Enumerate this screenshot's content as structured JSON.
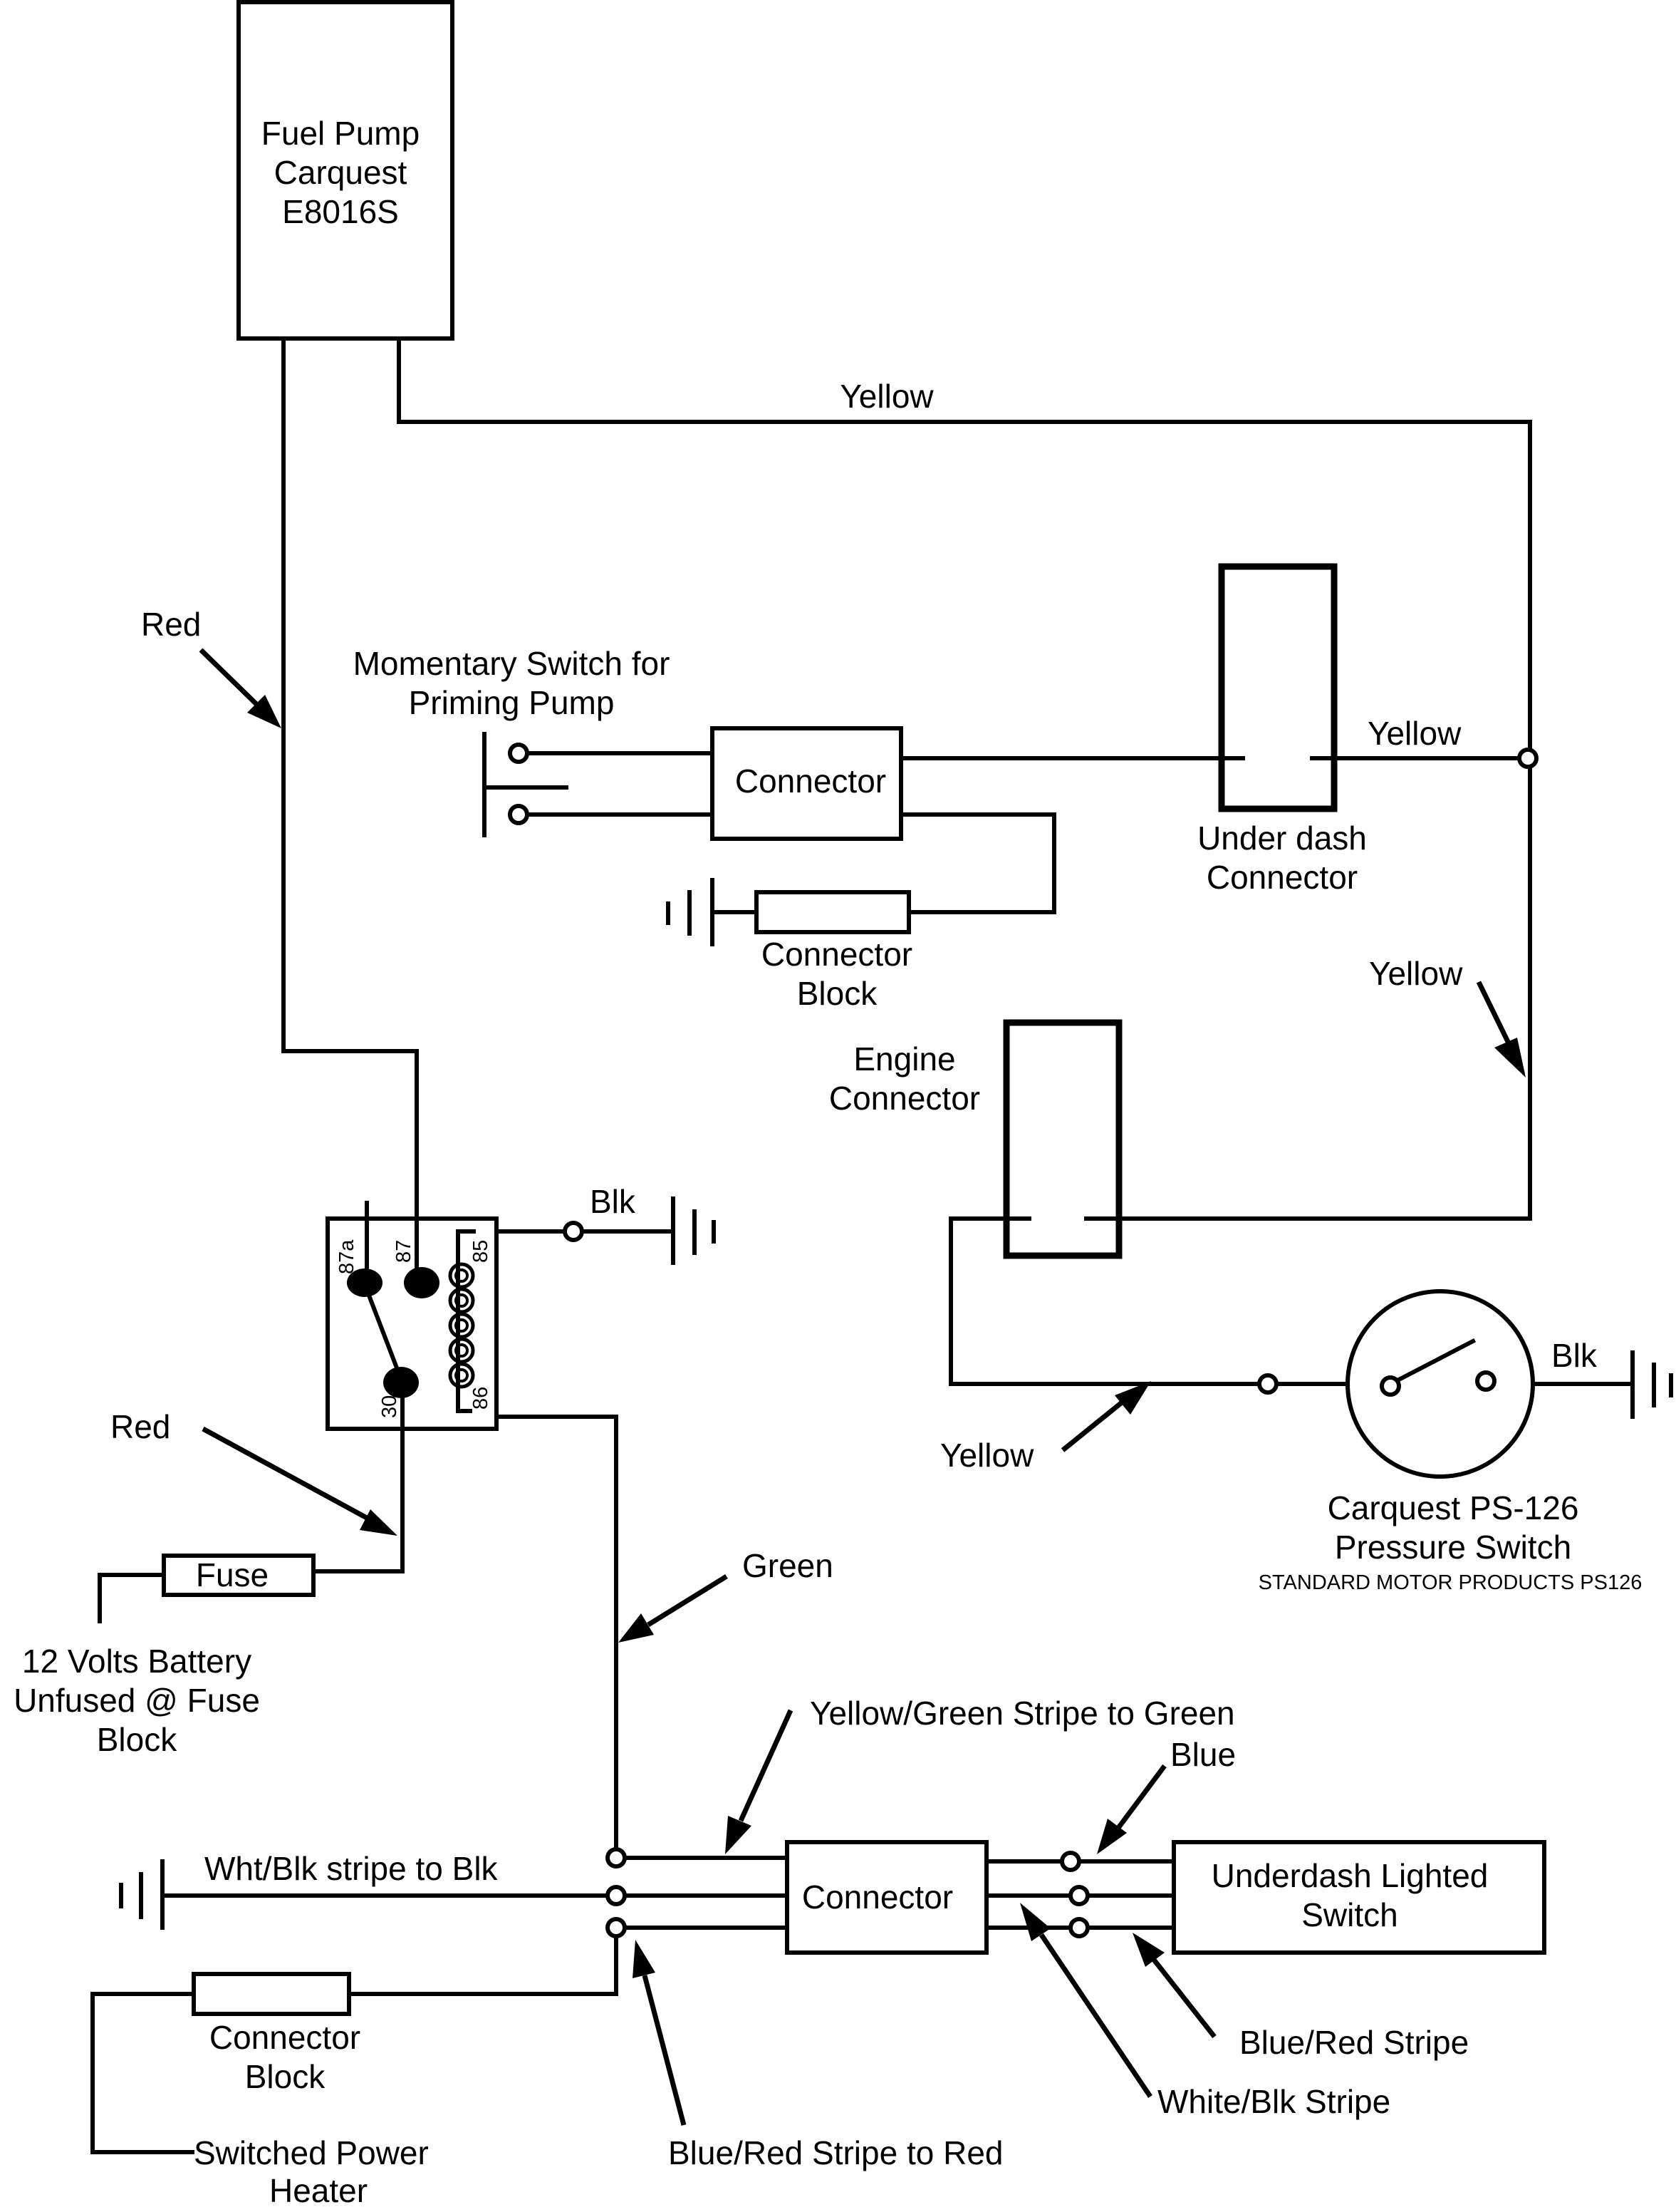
{
  "components": {
    "fuel_pump": [
      "Fuel Pump",
      "Carquest",
      "E8016S"
    ],
    "momentary_switch": [
      "Momentary Switch for",
      "Priming Pump"
    ],
    "connector_top": "Connector",
    "connector_block_top": [
      "Connector",
      "Block"
    ],
    "under_dash_connector": [
      "Under dash",
      "Connector"
    ],
    "engine_connector": [
      "Engine",
      "Connector"
    ],
    "pressure_switch": [
      "Carquest PS-126",
      "Pressure Switch"
    ],
    "pressure_switch_alt": "STANDARD MOTOR PRODUCTS PS126",
    "fuse": "Fuse",
    "battery": [
      "12 Volts Battery",
      "Unfused @ Fuse",
      "Block"
    ],
    "connector_bottom": "Connector",
    "lighted_switch": [
      "Underdash Lighted",
      "Switch"
    ],
    "connector_block_bottom": [
      "Connector",
      "Block"
    ],
    "switched_power": [
      "Switched Power",
      "Heater"
    ]
  },
  "relay_pins": [
    "87a",
    "87",
    "85",
    "30",
    "86"
  ],
  "wire_labels": {
    "yellow_top": "Yellow",
    "red_top": "Red",
    "yellow_right": "Yellow",
    "yellow_mid": "Yellow",
    "blk_relay": "Blk",
    "blk_pressure": "Blk",
    "yellow_bottom": "Yellow",
    "red_bottom": "Red",
    "green": "Green",
    "yellow_green_stripe": "Yellow/Green Stripe to Green",
    "blue": "Blue",
    "wht_blk_stripe_to_blk": "Wht/Blk stripe to Blk",
    "blue_red_stripe": "Blue/Red Stripe",
    "white_blk_stripe": "White/Blk Stripe",
    "blue_red_stripe_to_red": "Blue/Red Stripe to Red"
  }
}
